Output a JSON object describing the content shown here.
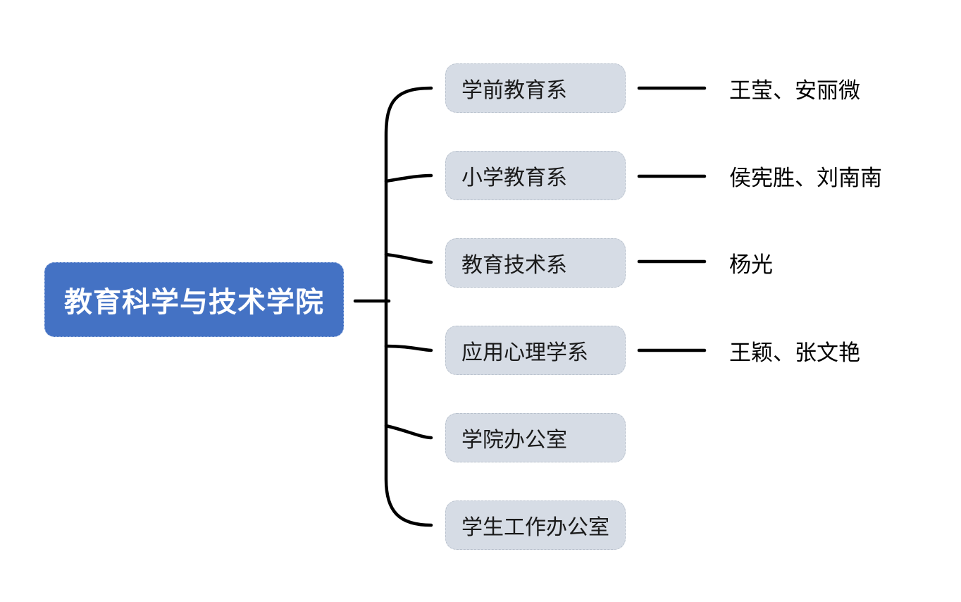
{
  "root": {
    "label": "教育科学与技术学院"
  },
  "branches": [
    {
      "label": "学前教育系",
      "members": "王莹、安丽微"
    },
    {
      "label": "小学教育系",
      "members": "侯宪胜、刘南南"
    },
    {
      "label": "教育技术系",
      "members": "杨光"
    },
    {
      "label": "应用心理学系",
      "members": "王颖、张文艳"
    },
    {
      "label": "学院办公室",
      "members": ""
    },
    {
      "label": "学生工作办公室",
      "members": ""
    }
  ],
  "colors": {
    "root_fill": "#4472C4",
    "root_text": "#FFFFFF",
    "branch_fill": "#D6DCE5",
    "branch_text": "#1A1A1A",
    "connector": "#000000"
  }
}
